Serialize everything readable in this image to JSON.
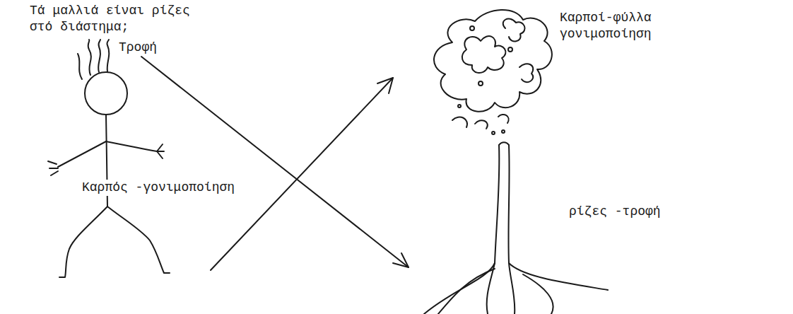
{
  "diagram": {
    "labels": [
      "Τά μαλλιά είναι ρίζες στό διάστημα;",
      "Τροφή",
      "Καρπός -γονιμοποίηση",
      "Καρποί-φύλλα γονιμοποίηση",
      "ρίζες -τροφή"
    ]
  }
}
